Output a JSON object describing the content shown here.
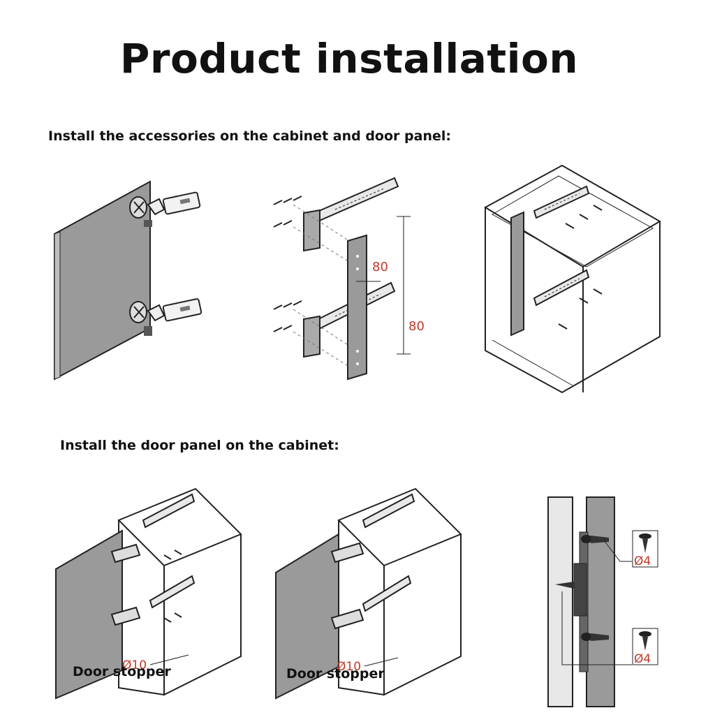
{
  "title": "Product installation",
  "section1": {
    "heading": "Install the accessories on the cabinet and door panel:",
    "dimension_upper": "80",
    "dimension_lower": "80"
  },
  "section2": {
    "heading": "Install the door panel on the cabinet:",
    "label_left": "Door stopper",
    "label_middle": "Door stopper",
    "hole_left": "Ø10",
    "hole_middle": "Ø10",
    "screw_upper": "Ø4",
    "screw_lower": "Ø4"
  },
  "colors": {
    "panel_gray": "#9a9a9a",
    "line": "#222222",
    "red_text": "#c0392b"
  }
}
